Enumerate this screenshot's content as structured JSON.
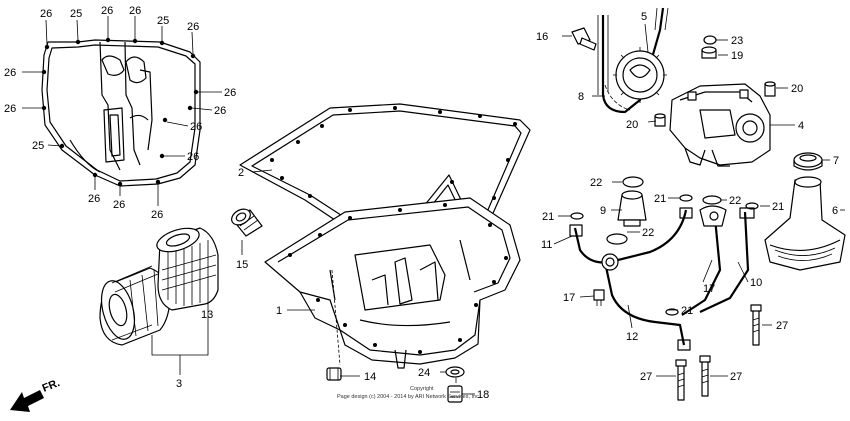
{
  "callouts": {
    "c2": "2",
    "c3": "3",
    "c4": "4",
    "c5": "5",
    "c6": "6",
    "c7": "7",
    "c8": "8",
    "c9": "9",
    "c10": "10",
    "c11": "11",
    "c12": "12",
    "c13": "13",
    "c14": "14",
    "c15": "15",
    "c16": "16",
    "c17": "17",
    "c18": "18",
    "c19": "19",
    "c23": "23",
    "c1": "1",
    "c24": "24",
    "cover": {
      "c26": "26",
      "c25": "25"
    },
    "pump": {
      "c20": "20",
      "c21": "21",
      "c22": "22",
      "c27": "27"
    }
  },
  "direction": {
    "label": "FR."
  },
  "copyright": {
    "line1": "Copyright",
    "line2": "Page design (c) 2004 - 2014 by ARI Network Services, Inc."
  }
}
